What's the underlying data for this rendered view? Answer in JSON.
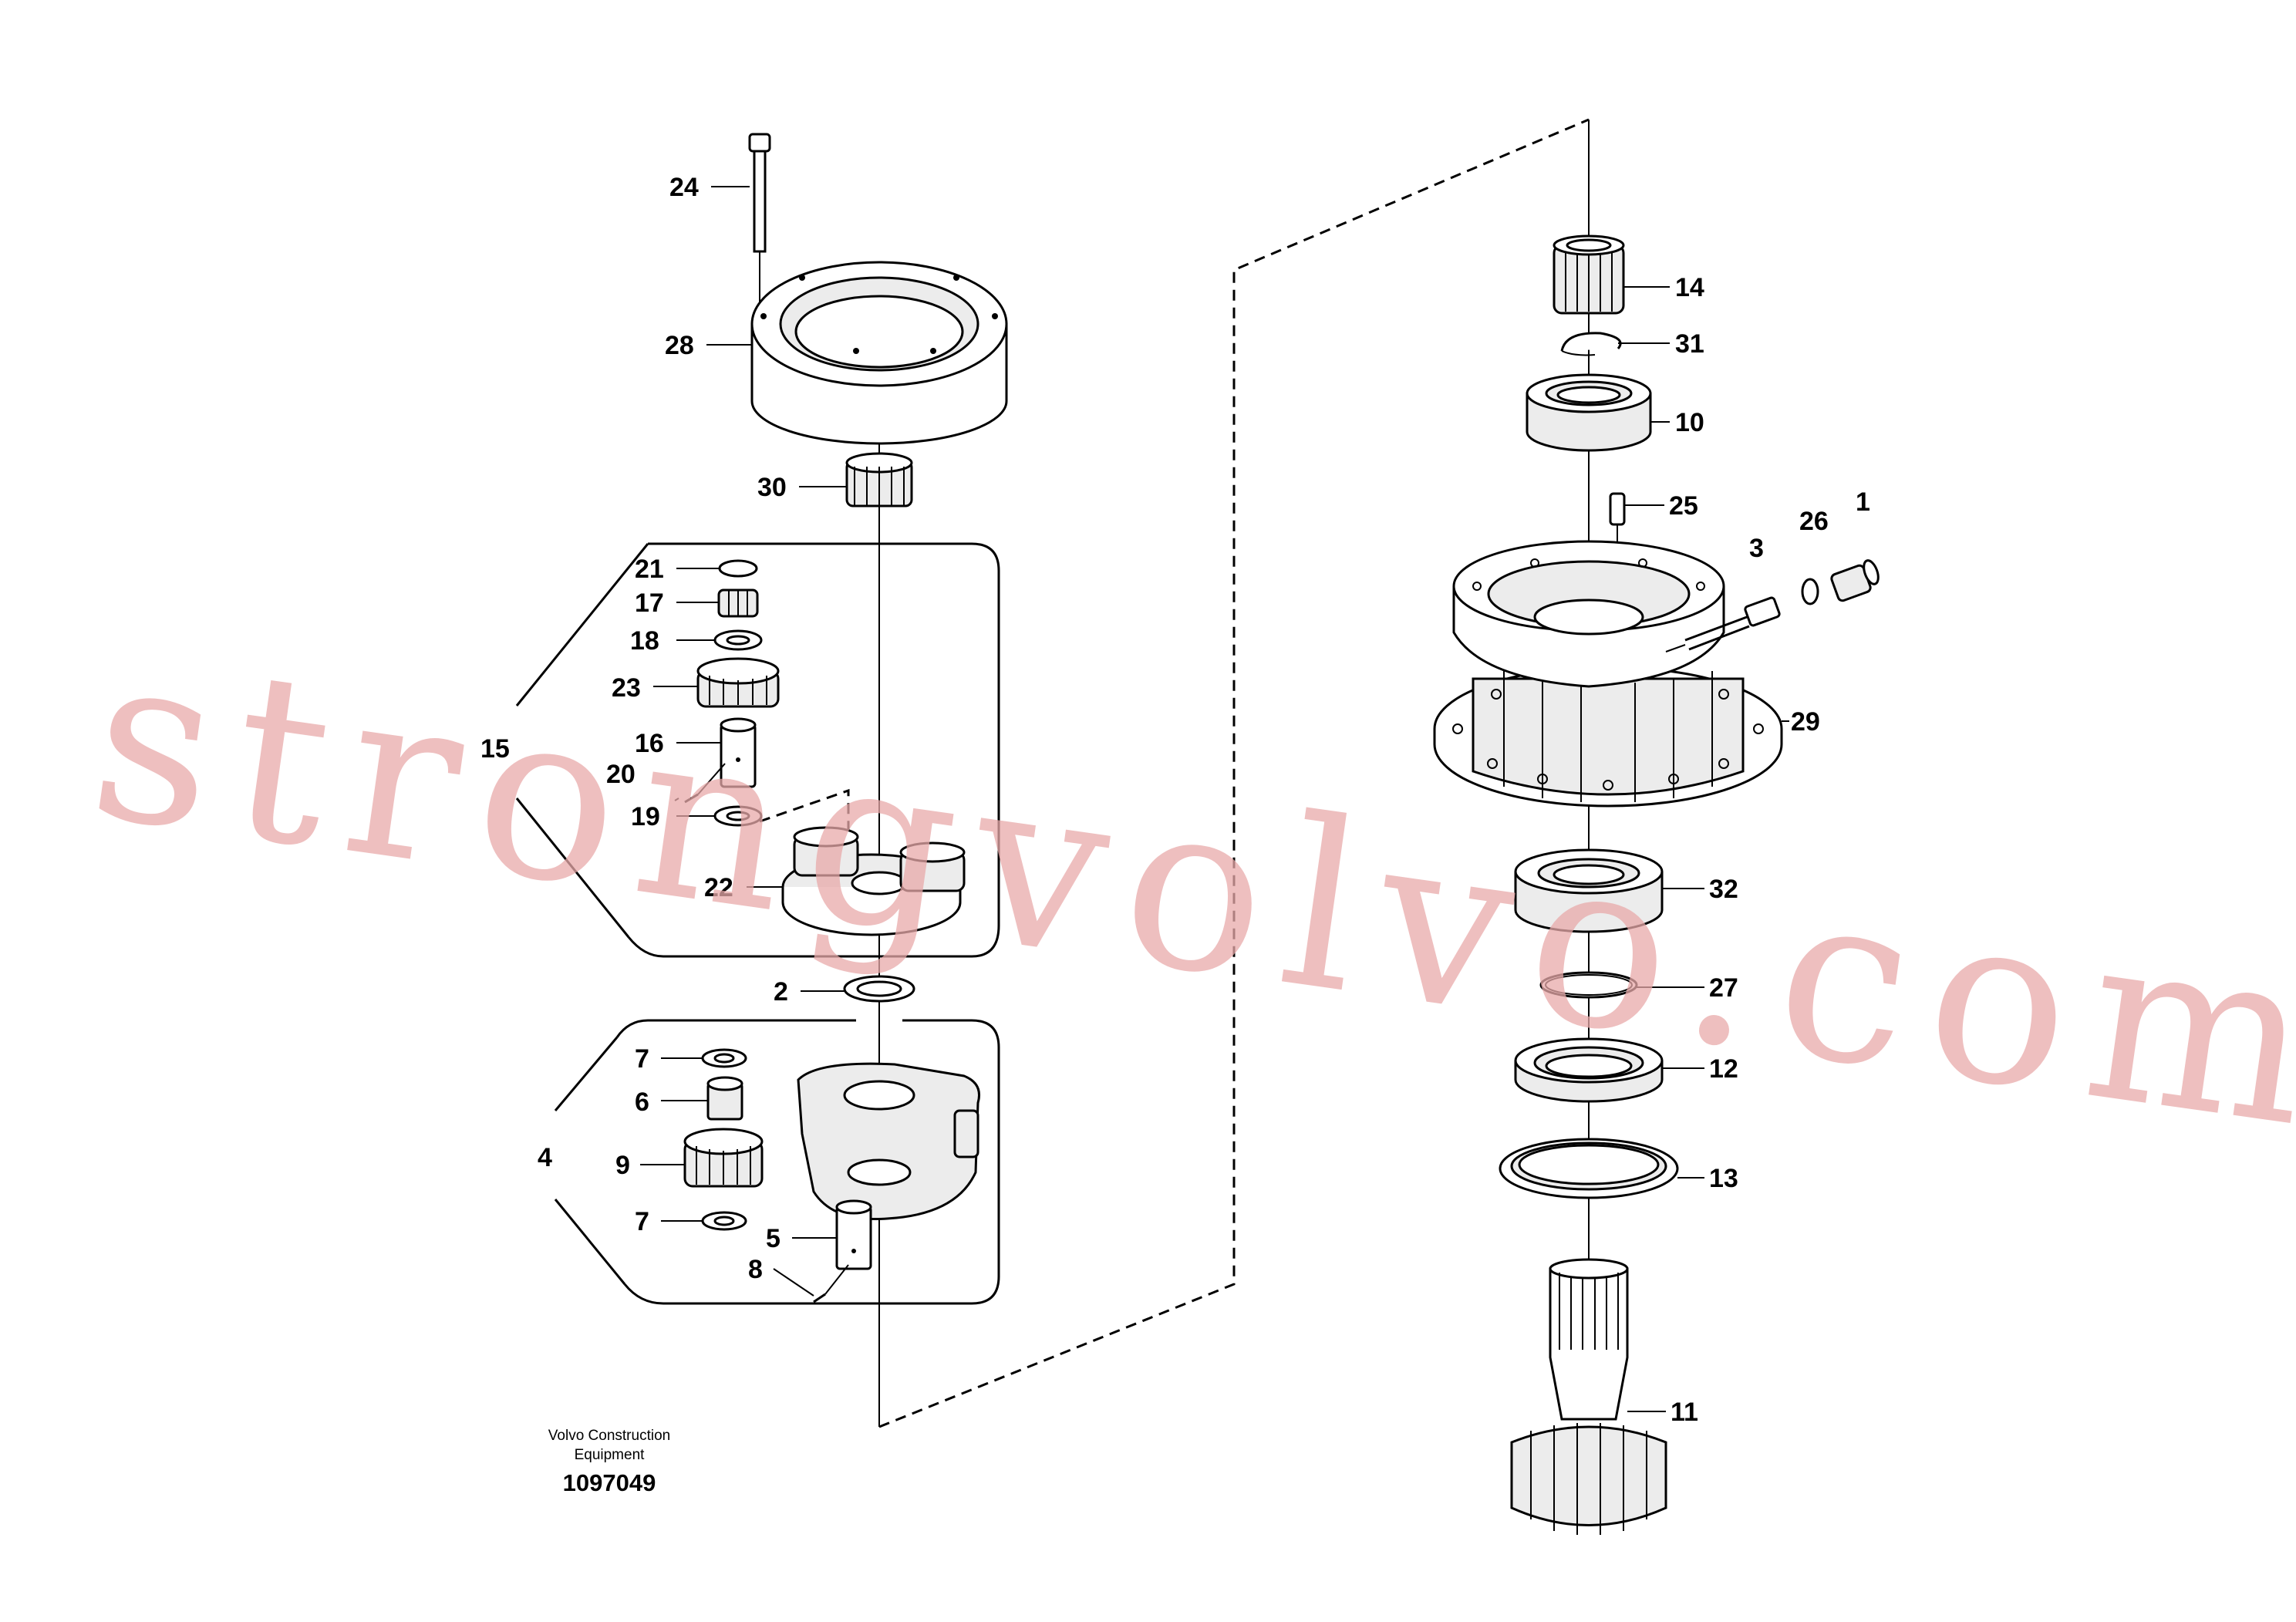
{
  "caption": {
    "company_line1": "Volvo Construction",
    "company_line2": "Equipment",
    "drawing_number": "1097049"
  },
  "watermark": "strongvolvo.com",
  "callouts": {
    "c24": "24",
    "c28": "28",
    "c30": "30",
    "c21": "21",
    "c17": "17",
    "c18": "18",
    "c23": "23",
    "c16": "16",
    "c15": "15",
    "c20": "20",
    "c19": "19",
    "c22": "22",
    "c2": "2",
    "c7a": "7",
    "c6": "6",
    "c4": "4",
    "c9": "9",
    "c7b": "7",
    "c5": "5",
    "c8": "8",
    "c14": "14",
    "c31": "31",
    "c10": "10",
    "c25": "25",
    "c3": "3",
    "c26": "26",
    "c1": "1",
    "c29": "29",
    "c32": "32",
    "c27": "27",
    "c12": "12",
    "c13": "13",
    "c11": "11"
  }
}
